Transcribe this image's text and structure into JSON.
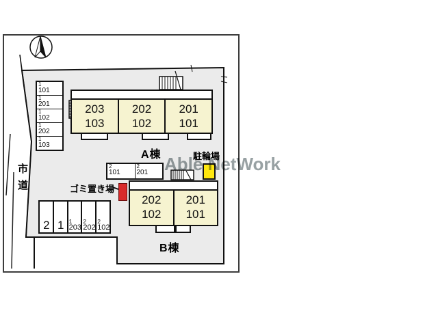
{
  "watermark": {
    "text": "Able NetWork",
    "color": "#98a1a3"
  },
  "road": {
    "label": "市道"
  },
  "compass": {
    "type": "north-arrow"
  },
  "colors": {
    "site_fill": "#ebebeb",
    "unit_fill": "#f6f3d0",
    "bike_marker": "#ffe70f",
    "garbage_marker": "#d92b2b",
    "outline": "#111111"
  },
  "buildings": {
    "a": {
      "label": "A棟",
      "units": [
        {
          "upper": "203",
          "lower": "103"
        },
        {
          "upper": "202",
          "lower": "102"
        },
        {
          "upper": "201",
          "lower": "101"
        }
      ]
    },
    "b": {
      "label": "B棟",
      "units": [
        {
          "upper": "202",
          "lower": "102"
        },
        {
          "upper": "201",
          "lower": "101"
        }
      ]
    }
  },
  "bike_parking": {
    "label": "駐輪場"
  },
  "garbage": {
    "label": "ゴミ置き場"
  },
  "parking_left": {
    "spaces": [
      {
        "line1": "1",
        "line2": "101"
      },
      {
        "line1": "1",
        "line2": "201"
      },
      {
        "line1": "1",
        "line2": "102"
      },
      {
        "line1": "1",
        "line2": "202"
      },
      {
        "line1": "1",
        "line2": "103"
      }
    ]
  },
  "parking_mid": {
    "spaces": [
      {
        "line1": "2",
        "line2": "101"
      },
      {
        "line1": "2",
        "line2": "201"
      }
    ]
  },
  "parking_bottom": {
    "spaces": [
      {
        "line1": "2"
      },
      {
        "line1": "1"
      },
      {
        "line1": "1",
        "line2": "203"
      },
      {
        "line1": "2",
        "line2": "202"
      },
      {
        "line1": "2",
        "line2": "102"
      }
    ]
  }
}
